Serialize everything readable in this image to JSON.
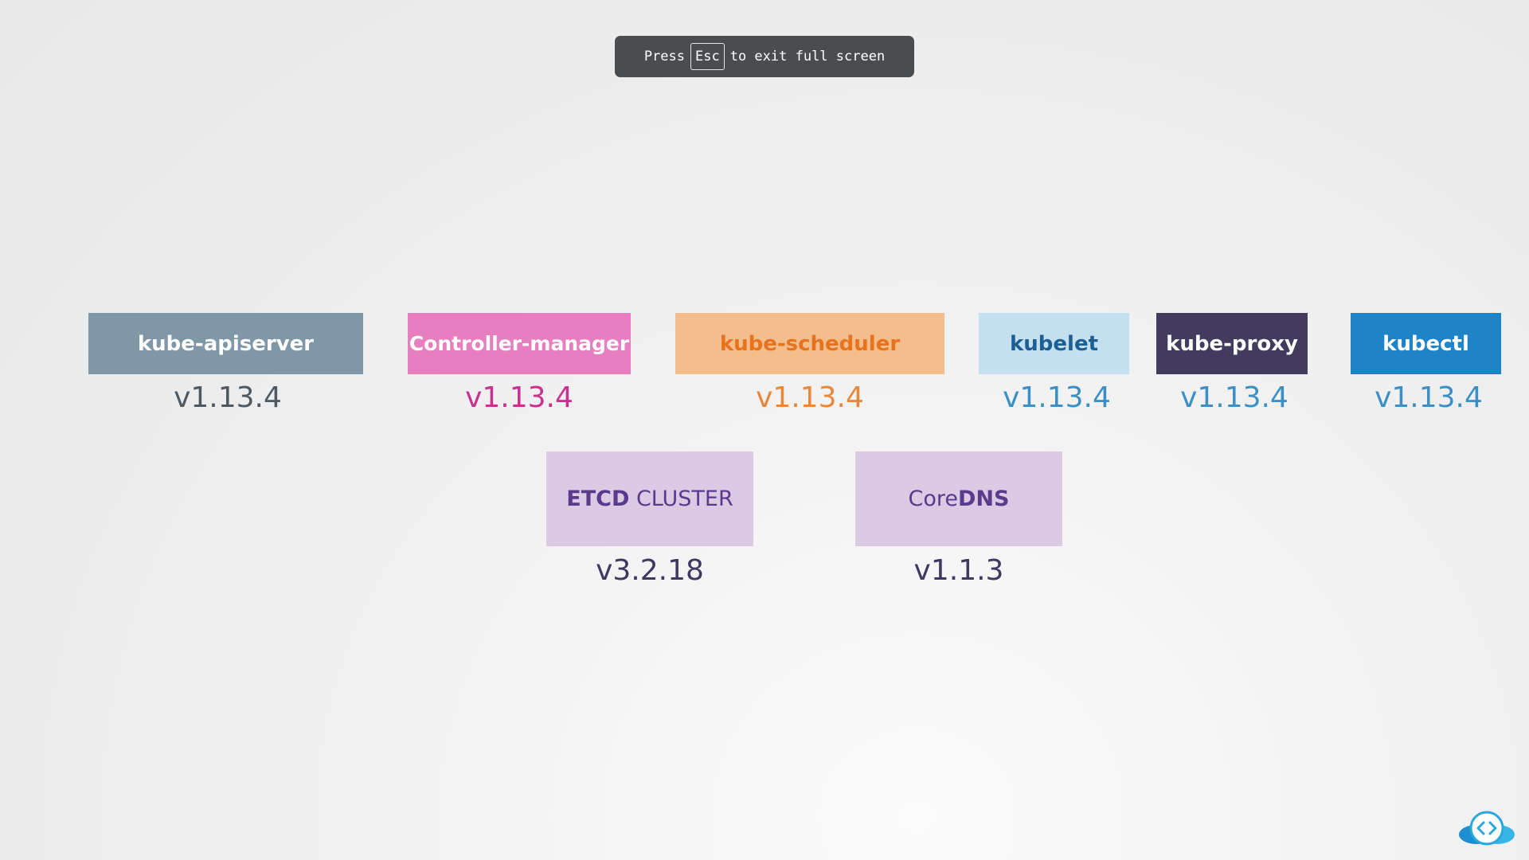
{
  "fullscreen_notice": {
    "before": "Press",
    "key": "Esc",
    "after": "to exit full screen"
  },
  "components": [
    {
      "name": "kube-apiserver",
      "version": "v1.13.4",
      "bg": "#7f97a6",
      "fg": "#ffffff",
      "version_color": "#4e5a63"
    },
    {
      "name": "Controller-manager",
      "version": "v1.13.4",
      "bg": "#e67ec0",
      "fg": "#ffffff",
      "version_color": "#c8318f"
    },
    {
      "name": "kube-scheduler",
      "version": "v1.13.4",
      "bg": "#f4bd8c",
      "fg": "#e8731e",
      "version_color": "#e8873a"
    },
    {
      "name": "kubelet",
      "version": "v1.13.4",
      "bg": "#c4dff0",
      "fg": "#1d5f92",
      "version_color": "#3b8fc7"
    },
    {
      "name": "kube-proxy",
      "version": "v1.13.4",
      "bg": "#423b5e",
      "fg": "#ffffff",
      "version_color": "#3b8fc7"
    },
    {
      "name": "kubectl",
      "version": "v1.13.4",
      "bg": "#1f83c7",
      "fg": "#ffffff",
      "version_color": "#3b8fc7"
    }
  ],
  "etcd": {
    "bold": "ETCD",
    "light": " CLUSTER",
    "version": "v3.2.18",
    "bg": "#dcc9e4",
    "fg": "#5a3a8c",
    "version_color": "#3e3862"
  },
  "coredns": {
    "light": "Core",
    "bold": "DNS",
    "version": "v1.1.3",
    "bg": "#dcc9e4",
    "fg": "#5a3a8c",
    "version_color": "#3e3862"
  },
  "logo": {
    "icon": "code-cloud-icon",
    "color": "#29a8e0"
  }
}
